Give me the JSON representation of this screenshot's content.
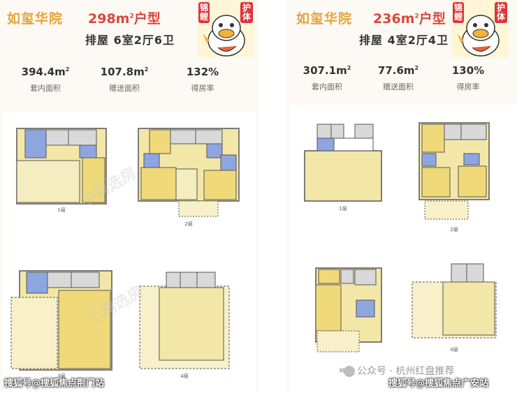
{
  "left": {
    "project": "如玺华院",
    "area": "298m",
    "area_sup": "2",
    "area_suffix": "户型",
    "layout": "排屋 6室2厅6卫",
    "badge": {
      "t1": "锦鲤",
      "t2": "护体"
    },
    "stats": [
      {
        "value": "394.4m",
        "sup": "2",
        "label": "套内面积"
      },
      {
        "value": "107.8m",
        "sup": "2",
        "label": "赠送面积"
      },
      {
        "value": "132%",
        "sup": "",
        "label": "得房率"
      }
    ],
    "floors": [
      "1层",
      "2层",
      "3层",
      "4层"
    ],
    "watermark": "小鸡选房"
  },
  "right": {
    "project": "如玺华院",
    "area": "236m",
    "area_sup": "2",
    "area_suffix": "户型",
    "layout": "排屋 4室2厅4卫",
    "badge": {
      "t1": "锦鲤",
      "t2": "护体"
    },
    "stats": [
      {
        "value": "307.1m",
        "sup": "2",
        "label": "套内面积"
      },
      {
        "value": "77.6m",
        "sup": "2",
        "label": "赠送面积"
      },
      {
        "value": "130%",
        "sup": "",
        "label": "得房率"
      }
    ],
    "floors": [
      "1层",
      "2层",
      "3层",
      "4层"
    ]
  },
  "footer": {
    "left": "搜狐号@搜狐焦点荆门站",
    "right": "搜狐号@搜狐焦点广安站",
    "wechat": "公众号 · 杭州红盘推荐"
  },
  "colors": {
    "orange": "#e8a23a",
    "red": "#d9483b",
    "yellow": "#f3e08a",
    "blue": "#8ea6e0",
    "gray": "#555555"
  }
}
